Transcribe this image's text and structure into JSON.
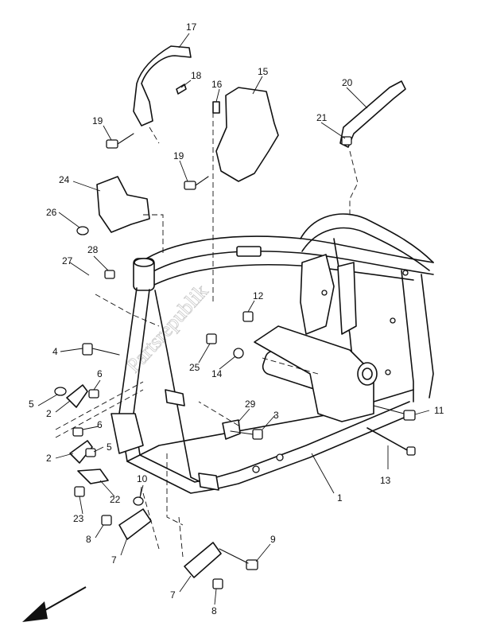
{
  "watermark": "Partsrepublik",
  "callouts": {
    "c1": "1",
    "c2a": "2",
    "c2b": "2",
    "c3": "3",
    "c4": "4",
    "c5a": "5",
    "c5b": "5",
    "c6a": "6",
    "c6b": "6",
    "c7a": "7",
    "c7b": "7",
    "c8a": "8",
    "c8b": "8",
    "c9": "9",
    "c10": "10",
    "c11": "11",
    "c12": "12",
    "c13": "13",
    "c14": "14",
    "c15": "15",
    "c16": "16",
    "c17": "17",
    "c18": "18",
    "c19a": "19",
    "c19b": "19",
    "c20": "20",
    "c21": "21",
    "c22": "22",
    "c23": "23",
    "c24": "24",
    "c25": "25",
    "c26": "26",
    "c27": "27",
    "c28": "28",
    "c29": "29"
  },
  "icons": {
    "direction_arrow": "front-direction-arrow-icon"
  }
}
